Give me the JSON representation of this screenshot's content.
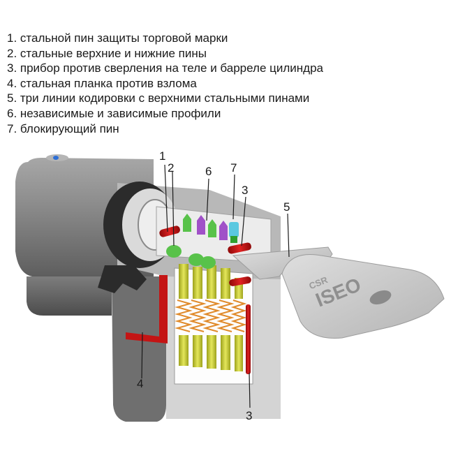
{
  "legend": [
    {
      "text": "1. стальной пин защиты торговой марки"
    },
    {
      "text": "2. стальные верхние и нижние пины"
    },
    {
      "text": "3. прибор против сверления на теле и барреле цилиндра"
    },
    {
      "text": "4. стальная планка против взлома"
    },
    {
      "text": "5. три линии кодировки с верхними стальными пинами"
    },
    {
      "text": "6. независимые и зависимые профили"
    },
    {
      "text": "7. блокирующий пин"
    }
  ],
  "callouts": {
    "c1": "1",
    "c2": "2",
    "c3a": "3",
    "c3b": "3",
    "c4": "4",
    "c5": "5",
    "c6": "6",
    "c7": "7"
  },
  "key_text": {
    "brand": "ISEO",
    "model": "CSR"
  },
  "colors": {
    "anti_drill_red": "#cc1111",
    "pin_yellow": "#cfd23a",
    "spring_orange": "#e08a2a",
    "green_pin": "#58c24a",
    "purple_pin": "#a050c8",
    "blocking_pin_cyan": "#5ac8e0",
    "key_grey": "#c4c4c4",
    "body_grey": "#8c8c8c"
  }
}
